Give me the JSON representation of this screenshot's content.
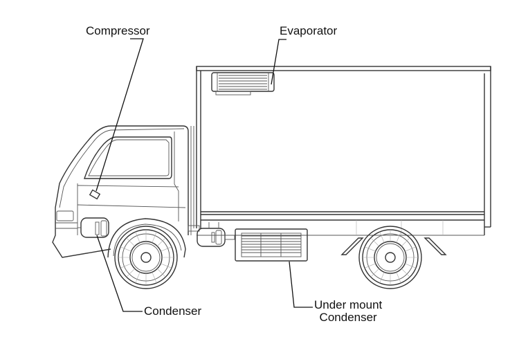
{
  "diagram": {
    "subject": "Refrigerated box truck",
    "labels": {
      "compressor": "Compressor",
      "evaporator": "Evaporator",
      "condenser": "Condenser",
      "under_mount_line1": "Under mount",
      "under_mount_line2": "Condenser"
    },
    "colors": {
      "line": "#333333",
      "text": "#111111",
      "background": "#ffffff"
    }
  }
}
